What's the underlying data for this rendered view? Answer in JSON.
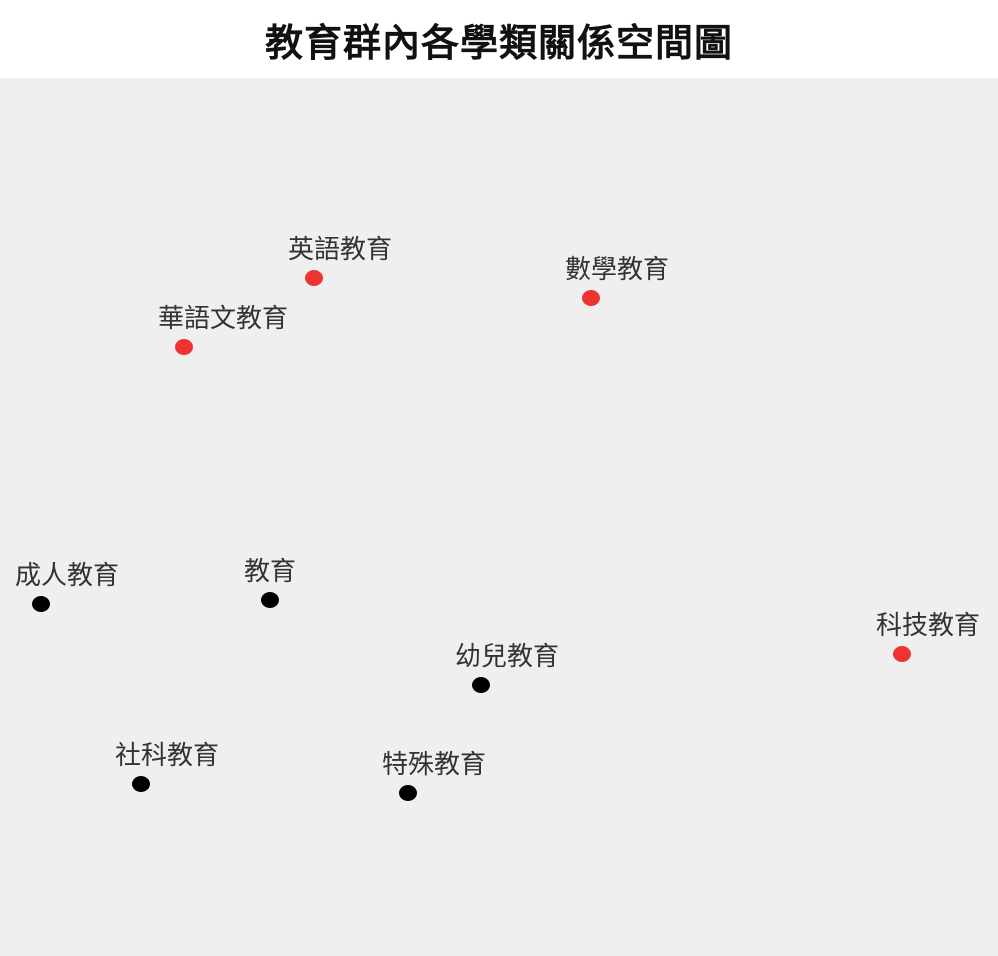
{
  "chart_data": {
    "type": "scatter",
    "title": "教育群內各學類關係空間圖",
    "xlim": [
      0,
      998
    ],
    "ylim": [
      78,
      956
    ],
    "grid": false,
    "background": "#efefef",
    "point_colors": {
      "red": "#ee3333",
      "black": "#000000"
    },
    "points": [
      {
        "label": "英語教育",
        "x": 314,
        "y": 278,
        "color": "red"
      },
      {
        "label": "數學教育",
        "x": 591,
        "y": 298,
        "color": "red"
      },
      {
        "label": "華語文教育",
        "x": 184,
        "y": 347,
        "color": "red"
      },
      {
        "label": "成人教育",
        "x": 41,
        "y": 604,
        "color": "black"
      },
      {
        "label": "教育",
        "x": 270,
        "y": 600,
        "color": "black"
      },
      {
        "label": "科技教育",
        "x": 902,
        "y": 654,
        "color": "red"
      },
      {
        "label": "幼兒教育",
        "x": 481,
        "y": 685,
        "color": "black"
      },
      {
        "label": "社科教育",
        "x": 141,
        "y": 784,
        "color": "black"
      },
      {
        "label": "特殊教育",
        "x": 408,
        "y": 793,
        "color": "black"
      }
    ]
  }
}
